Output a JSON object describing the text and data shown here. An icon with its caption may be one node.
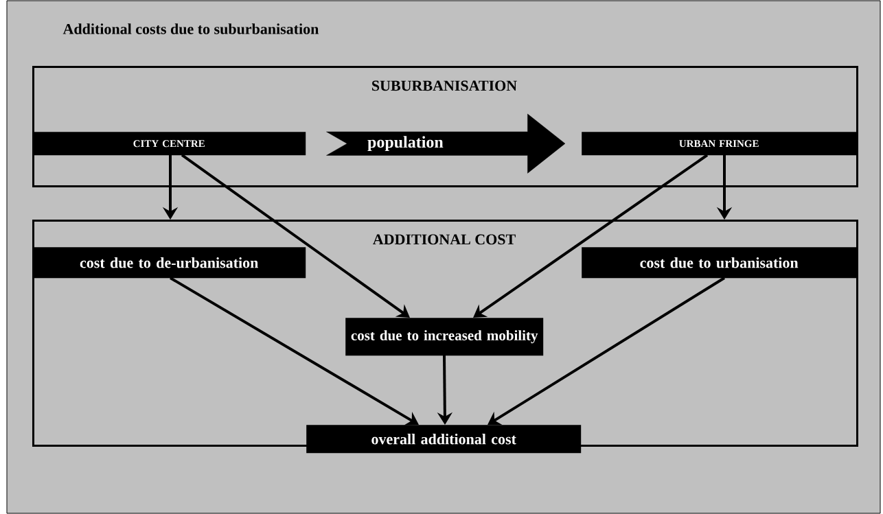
{
  "diagram": {
    "title": "Additional costs due to suburbanisation",
    "nodes": [
      {
        "text": [
          "SUBURBANISATION"
        ]
      },
      {
        "text": [
          "CITY CENTRE"
        ],
        "in": 0
      },
      {
        "text": [
          "URBAN FRINGE"
        ],
        "in": 0
      },
      {
        "text": [
          "ADDITIONAL COST"
        ]
      },
      {
        "text": [
          "cost due to de-urbanisation"
        ],
        "in": 3
      },
      {
        "text": [
          "cost due to urbanisation"
        ],
        "in": 3
      },
      {
        "text": [
          "cost due to increased mobility"
        ],
        "in": 3
      },
      {
        "text": [
          "overall additional cost"
        ]
      }
    ],
    "edges": [
      {
        "from": 1,
        "to": 2,
        "arrow": "to",
        "label": "population",
        "style": "thick"
      },
      {
        "from": 1,
        "to": 3,
        "arrow": "to"
      },
      {
        "from": 1,
        "to": 6,
        "arrow": "to"
      },
      {
        "from": 2,
        "to": 3,
        "arrow": "to"
      },
      {
        "from": 2,
        "to": 6,
        "arrow": "to"
      },
      {
        "from": 4,
        "to": 7,
        "arrow": "to"
      },
      {
        "from": 5,
        "to": 7,
        "arrow": "to"
      },
      {
        "from": 6,
        "to": 7,
        "arrow": "to"
      }
    ]
  }
}
